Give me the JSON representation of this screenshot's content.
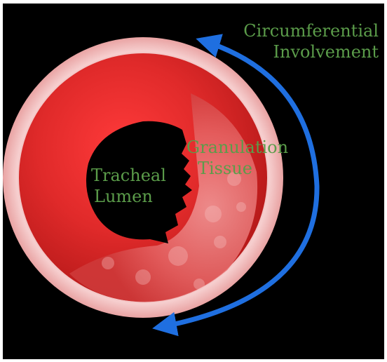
{
  "labels": {
    "circumferential_involvement": [
      "Circumferential",
      "Involvement"
    ],
    "granulation_tissue": [
      "Granulation",
      "Tissue"
    ],
    "tracheal_lumen": [
      "Tracheal",
      "Lumen"
    ]
  },
  "colors": {
    "background": "#000000",
    "label_text": "#5b9c4a",
    "arrow": "#1f6fe0",
    "outer_wall": "#f2b8b8",
    "mucosa": "#d92a2a",
    "granulation": "#e66a6a"
  }
}
